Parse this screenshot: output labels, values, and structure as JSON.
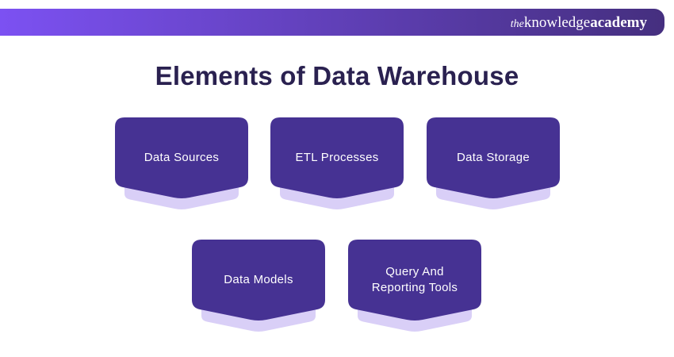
{
  "header": {
    "logo": {
      "prefix": "the",
      "word1": "knowledge",
      "word2": "academy"
    }
  },
  "title": "Elements of Data Warehouse",
  "cards": [
    {
      "label": "Data Sources"
    },
    {
      "label": "ETL Processes"
    },
    {
      "label": "Data Storage"
    },
    {
      "label": "Data Models"
    },
    {
      "label": "Query And Reporting Tools"
    }
  ],
  "colors": {
    "header-grad-start": "#7C51F2",
    "header-grad-end": "#452F7F",
    "card-fill": "#463293",
    "card-shadow": "#D9CFF7",
    "title-color": "#2A2150",
    "label-color": "#FFFFFF",
    "page-bg": "#FFFFFF"
  }
}
